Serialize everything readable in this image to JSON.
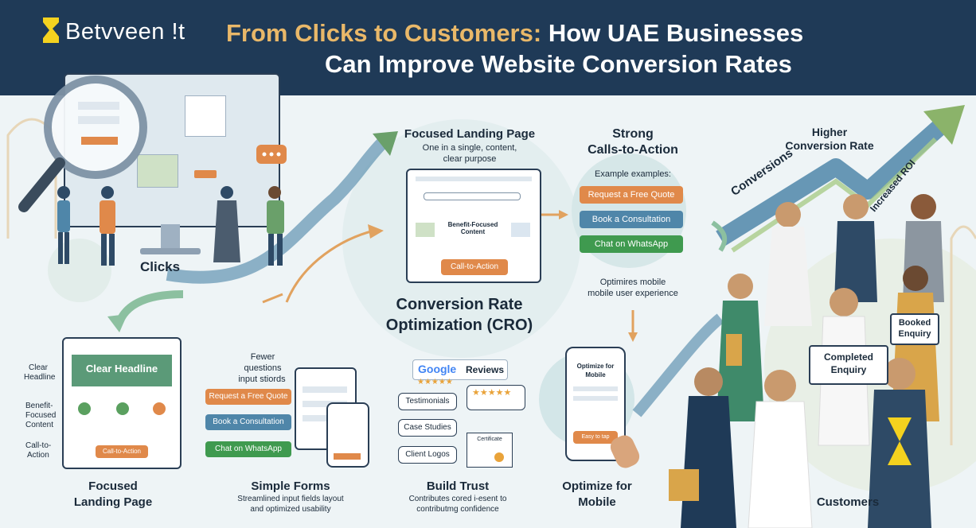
{
  "header": {
    "logo_text": "Betvveen !t",
    "title_accent": "From Clicks to Customers:",
    "title_rest": " How UAE Businesses",
    "title_line2": "Can Improve Website Conversion Rates"
  },
  "clicks": {
    "label": "Clicks"
  },
  "focused_top": {
    "heading": "Focused Landing Page",
    "sub1": "One in a single, content,",
    "sub2": "clear purpose",
    "benefit": "Benefit-Focused Content",
    "cta": "Call-to-Action"
  },
  "cta_section": {
    "heading1": "Strong",
    "heading2": "Calls-to-Action",
    "example": "Example examples:",
    "btn_quote": "Request a Free Quote",
    "btn_consult": "Book a Consultation",
    "btn_whatsapp": "Chat on WhatsApp",
    "mobile_note1": "Optimires mobile",
    "mobile_note2": "mobile user experience"
  },
  "growth": {
    "higher1": "Higher",
    "higher2": "Conversion Rate",
    "conversions": "Conversions",
    "roi": "Increased ROI"
  },
  "cro": {
    "line1": "Conversion Rate",
    "line2": "Optimization (CRO)"
  },
  "landing": {
    "page_heading": "Clear Headline",
    "callout_headline1": "Clear",
    "callout_headline2": "Headline",
    "callout_benefit1": "Benefit-",
    "callout_benefit2": "Focused",
    "callout_benefit3": "Content",
    "callout_cta1": "Call-to-",
    "callout_cta2": "Action",
    "cta": "Call-to-Action",
    "label1": "Focused",
    "label2": "Landing Page"
  },
  "forms": {
    "note1": "Fewer",
    "note2": "questions",
    "note3": "input stiords",
    "btn_quote": "Request a Free Quote",
    "btn_consult": "Book a Consultation",
    "btn_whatsapp": "Chat on WhatsApp",
    "label": "Simple Forms",
    "desc1": "Streamlined input fields layout",
    "desc2": "and optimized usability"
  },
  "trust": {
    "google": "Google",
    "reviews": "Reviews",
    "stars": "★★★★★",
    "testimonials": "Testimonials",
    "case_studies": "Case Studies",
    "client_logos": "Client Logos",
    "certificate": "Certificate",
    "label": "Build Trust",
    "desc1": "Contributes cored i-esent to",
    "desc2": "contributmg confidence"
  },
  "mobile": {
    "phone_title1": "Optimize for",
    "phone_title2": "Mobile",
    "tap": "Easy to tap",
    "label1": "Optimize for",
    "label2": "Mobile"
  },
  "customers": {
    "completed1": "Completed",
    "completed2": "Enquiry",
    "booked1": "Booked",
    "booked2": "Enquiry",
    "label": "Customers"
  },
  "colors": {
    "header_bg": "#1f3a57",
    "accent_gold": "#e9b869",
    "orange": "#e0894a",
    "blue": "#4f86a9",
    "green": "#3f9a4f",
    "logo_yellow": "#f4d21f"
  }
}
